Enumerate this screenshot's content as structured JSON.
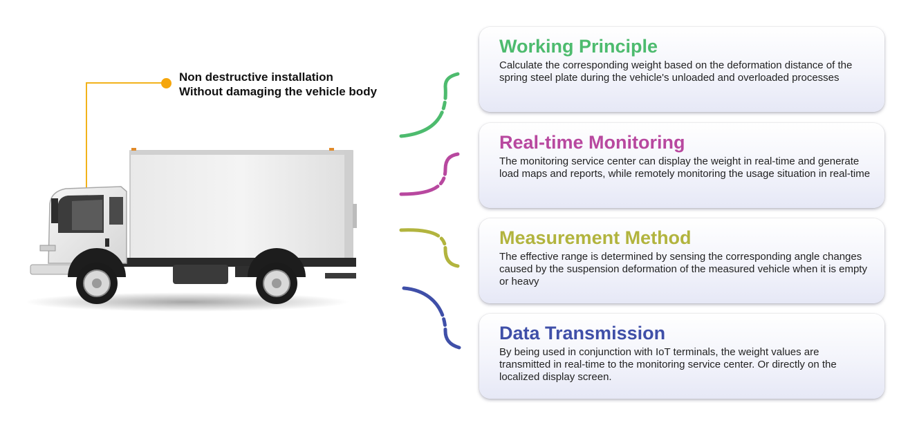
{
  "callout": {
    "line1": "Non destructive installation",
    "line2": "Without damaging the vehicle body",
    "color": "#f5a60c"
  },
  "truck": {
    "icon": "box-truck-image"
  },
  "cards": [
    {
      "title": "Working Principle",
      "color": "#4dbb6e",
      "desc": "Calculate the corresponding weight based on the deformation distance of the spring steel plate during the vehicle's unloaded and overloaded processes"
    },
    {
      "title": "Real-time Monitoring",
      "color": "#b8489f",
      "desc": "The monitoring service center can display the weight in real-time and generate load maps and reports, while remotely monitoring the usage situation in real-time"
    },
    {
      "title": "Measurement Method",
      "color": "#b2b43e",
      "desc": "The effective range is determined by sensing the corresponding angle changes caused by the suspension deformation of the measured vehicle when it is empty or heavy"
    },
    {
      "title": "Data Transmission",
      "color": "#3f4fa8",
      "desc": "By being used in conjunction with IoT terminals, the weight values are transmitted in real-time to the monitoring service center. Or directly on the localized display screen."
    }
  ]
}
